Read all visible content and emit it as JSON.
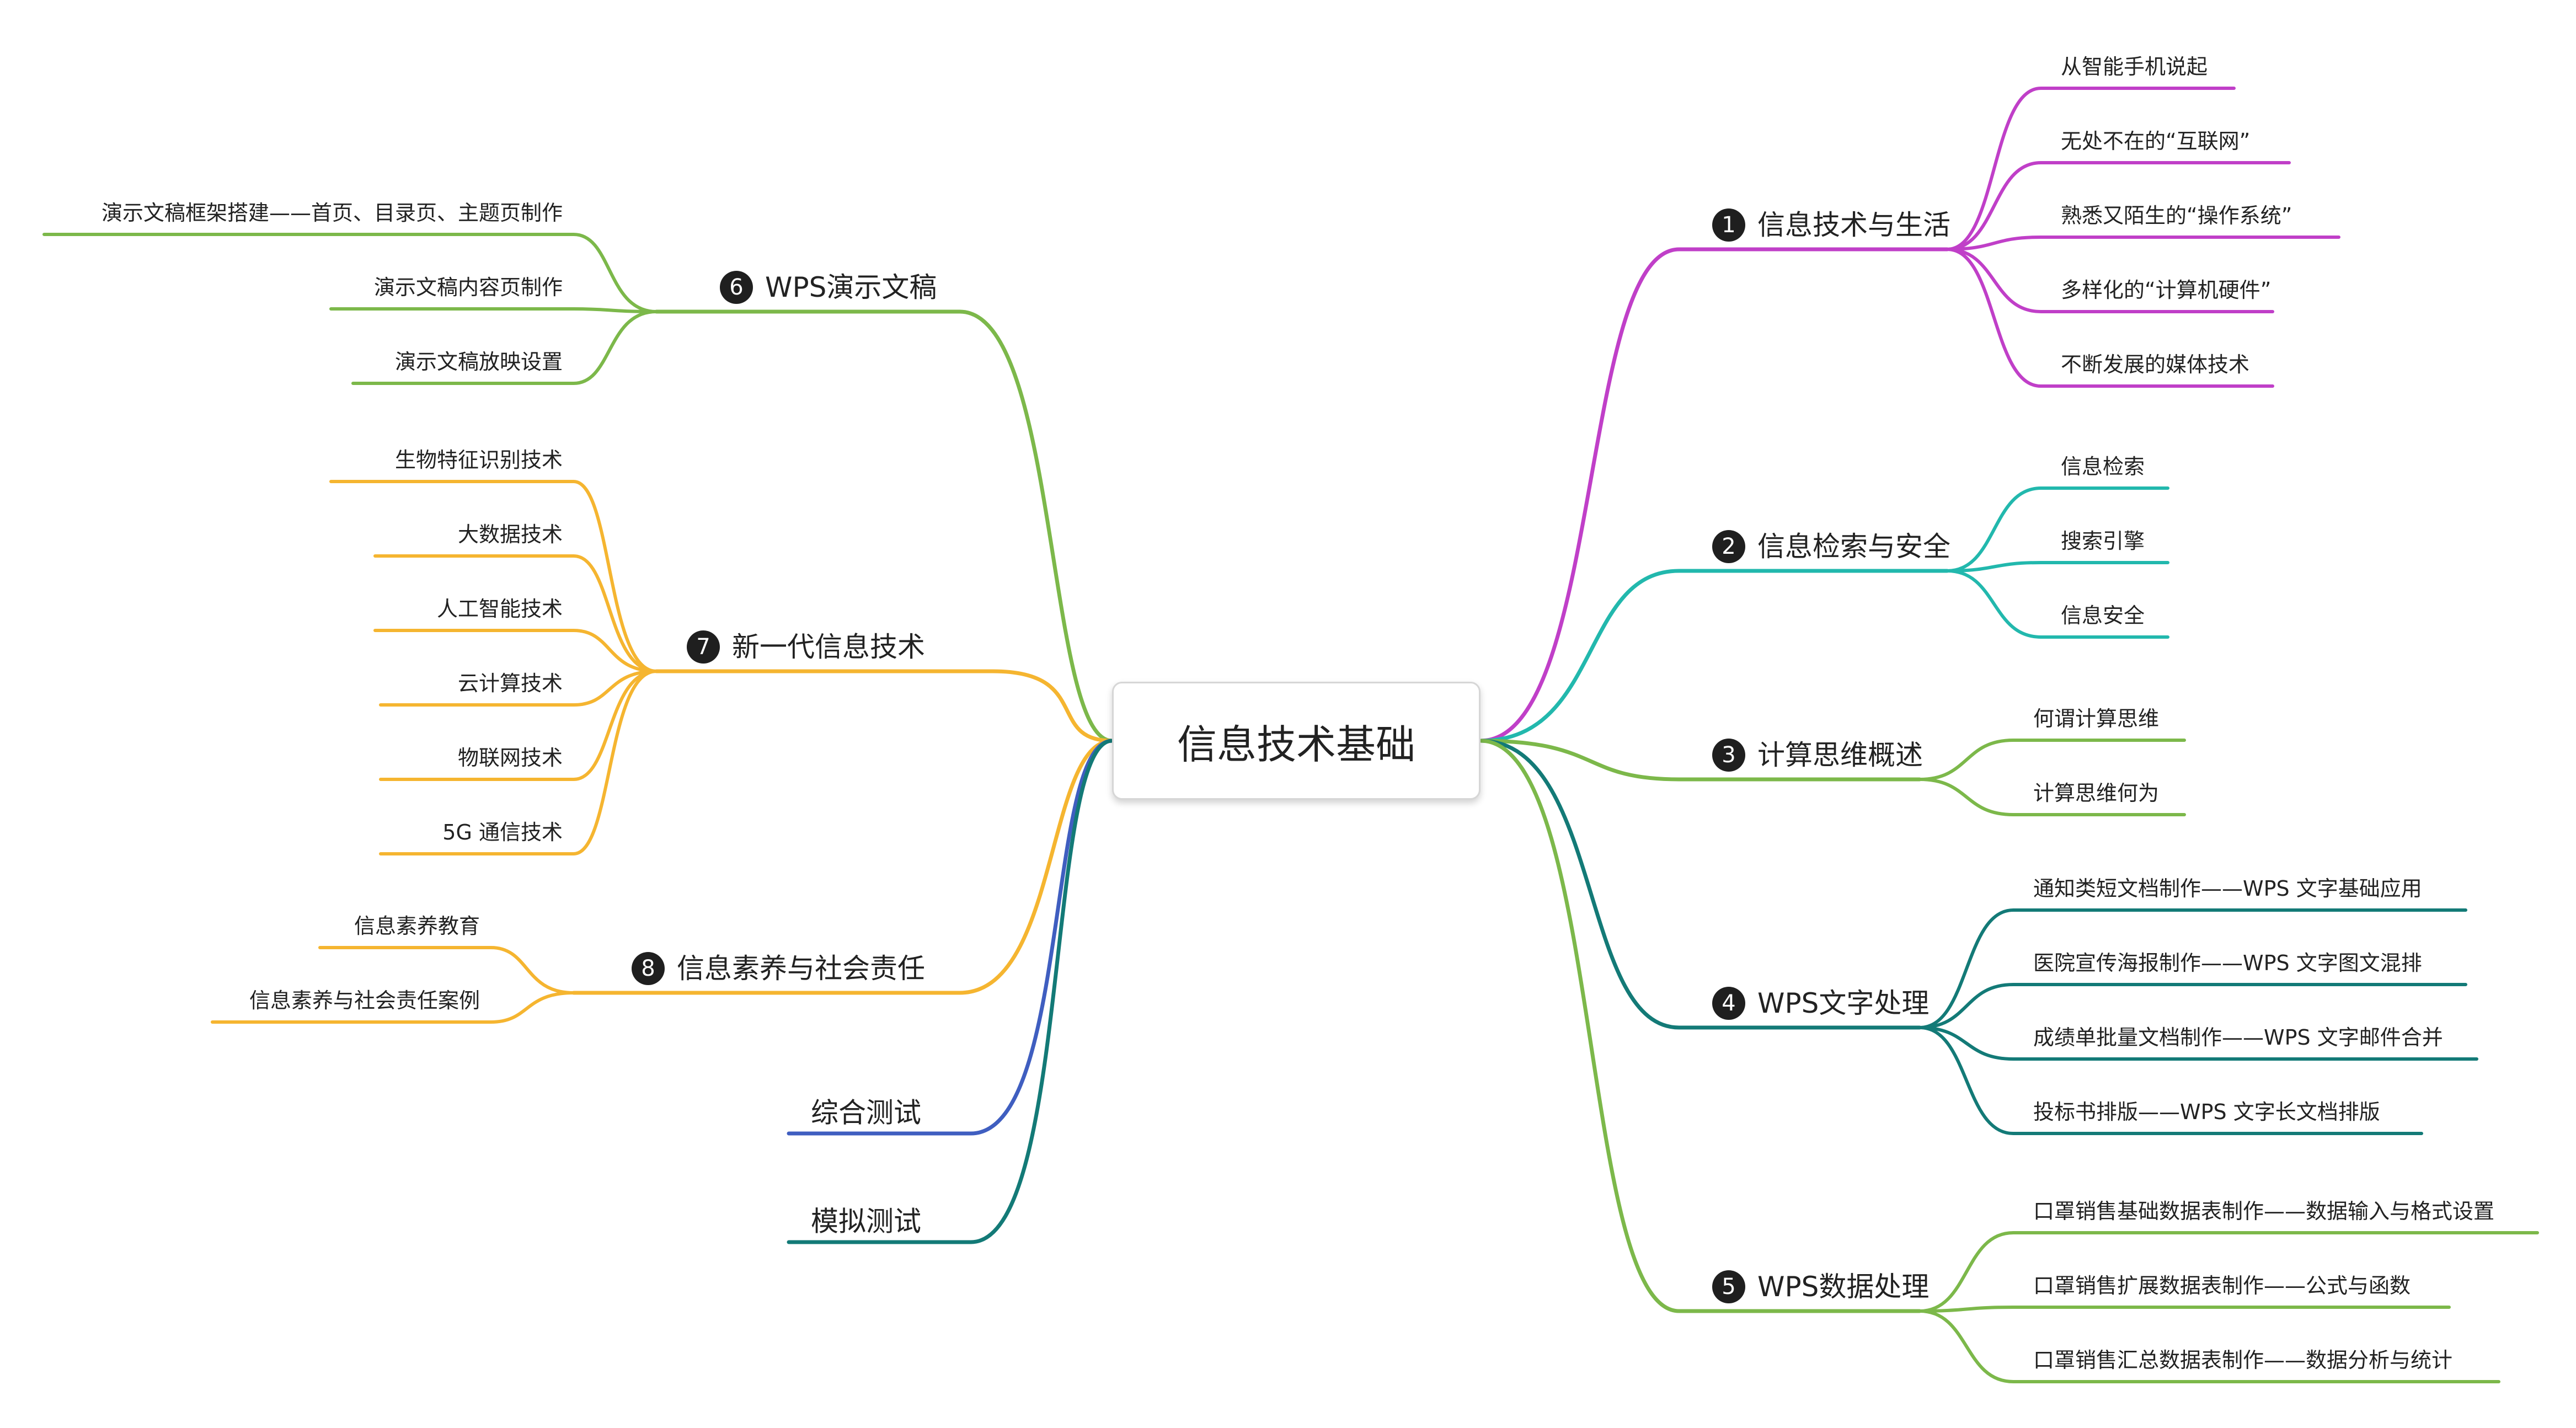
{
  "root": {
    "label": "信息技术基础"
  },
  "colors": {
    "purple": "#c03fc8",
    "teal": "#22b8ad",
    "green": "#7cb84a",
    "darkteal": "#137a77",
    "orange": "#f5b530",
    "blue": "#3f5ec0",
    "numBadge": "#1f1f1f"
  },
  "right": [
    {
      "num": "1",
      "label": "信息技术与生活",
      "color": "purple",
      "subs": [
        "从智能手机说起",
        "无处不在的“互联网”",
        "熟悉又陌生的“操作系统”",
        "多样化的“计算机硬件”",
        "不断发展的媒体技术"
      ]
    },
    {
      "num": "2",
      "label": "信息检索与安全",
      "color": "teal",
      "subs": [
        "信息检索",
        "搜索引擎",
        "信息安全"
      ]
    },
    {
      "num": "3",
      "label": "计算思维概述",
      "color": "green",
      "subs": [
        "何谓计算思维",
        "计算思维何为"
      ]
    },
    {
      "num": "4",
      "label": "WPS文字处理",
      "color": "darkteal",
      "subs": [
        "通知类短文档制作——WPS 文字基础应用",
        "医院宣传海报制作——WPS 文字图文混排",
        "成绩单批量文档制作——WPS 文字邮件合并",
        "投标书排版——WPS 文字长文档排版"
      ]
    },
    {
      "num": "5",
      "label": "WPS数据处理",
      "color": "green",
      "subs": [
        "口罩销售基础数据表制作——数据输入与格式设置",
        "口罩销售扩展数据表制作——公式与函数",
        "口罩销售汇总数据表制作——数据分析与统计"
      ]
    }
  ],
  "left": [
    {
      "num": "6",
      "label": "WPS演示文稿",
      "color": "green",
      "subs": [
        "演示文稿框架搭建——首页、目录页、主题页制作",
        "演示文稿内容页制作",
        "演示文稿放映设置"
      ]
    },
    {
      "num": "7",
      "label": "新一代信息技术",
      "color": "orange",
      "subs": [
        "生物特征识别技术",
        "大数据技术",
        "人工智能技术",
        "云计算技术",
        "物联网技术",
        "5G 通信技术"
      ]
    },
    {
      "num": "8",
      "label": "信息素养与社会责任",
      "color": "orange",
      "subs": [
        "信息素养教育",
        "信息素养与社会责任案例"
      ]
    },
    {
      "num": "",
      "label": "综合测试",
      "color": "blue",
      "subs": []
    },
    {
      "num": "",
      "label": "模拟测试",
      "color": "darkteal",
      "subs": []
    }
  ]
}
